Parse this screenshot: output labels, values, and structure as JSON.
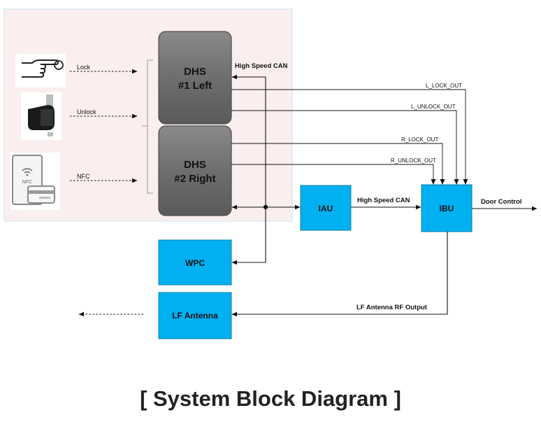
{
  "blocks": {
    "dhs1_line1": "DHS",
    "dhs1_line2": "#1 Left",
    "dhs2_line1": "DHS",
    "dhs2_line2": "#2 Right",
    "iau": "IAU",
    "ibu": "IBU",
    "wpc": "WPC",
    "lf_antenna": "LF Antenna"
  },
  "inputs": {
    "lock": "Lock",
    "unlock": "Unlock",
    "nfc": "NFC",
    "nfc_badge": "NFC"
  },
  "signals": {
    "high_speed_can_top": "High Speed CAN",
    "high_speed_can_mid": "High Speed CAN",
    "l_lock_out": "L_LOCK_OUT",
    "l_unlock_out": "L_UNLOCK_OUT",
    "r_lock_out": "R_LOCK_OUT",
    "r_unlock_out": "R_UNLOCK_OUT",
    "door_control": "Door Control",
    "lf_antenna_rf_output": "LF Antenna RF Output"
  },
  "caption": "[ System Block Diagram ]",
  "colors": {
    "dhs_fill": "#6f6f6f",
    "block_fill": "#00b0f0",
    "vehicle_area": "#fbeeee",
    "line": "#111111"
  }
}
